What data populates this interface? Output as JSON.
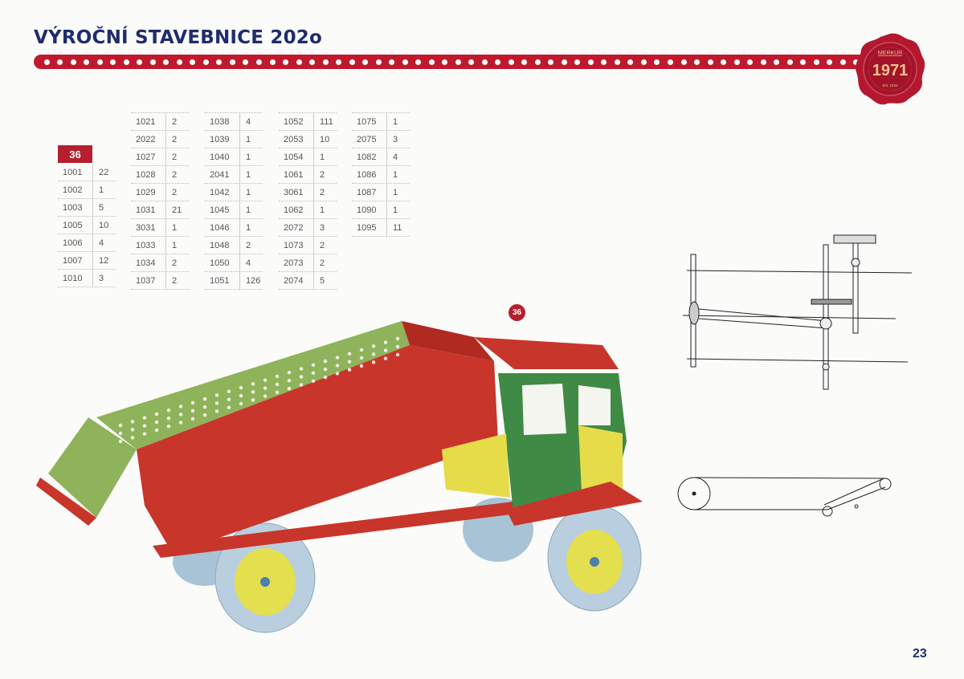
{
  "header": {
    "title": "VÝROČNÍ STAVEBNICE 202o"
  },
  "seal": {
    "brand": "MERKUR",
    "year": "1971",
    "est": "Est. 1920"
  },
  "model": {
    "number": "36",
    "badge": "36"
  },
  "parts_columns": [
    [
      [
        "1001",
        "22"
      ],
      [
        "1002",
        "1"
      ],
      [
        "1003",
        "5"
      ],
      [
        "1005",
        "10"
      ],
      [
        "1006",
        "4"
      ],
      [
        "1007",
        "12"
      ],
      [
        "1010",
        "3"
      ]
    ],
    [
      [
        "1021",
        "2"
      ],
      [
        "2022",
        "2"
      ],
      [
        "1027",
        "2"
      ],
      [
        "1028",
        "2"
      ],
      [
        "1029",
        "2"
      ],
      [
        "1031",
        "21"
      ],
      [
        "3031",
        "1"
      ],
      [
        "1033",
        "1"
      ],
      [
        "1034",
        "2"
      ],
      [
        "1037",
        "2"
      ]
    ],
    [
      [
        "1038",
        "4"
      ],
      [
        "1039",
        "1"
      ],
      [
        "1040",
        "1"
      ],
      [
        "2041",
        "1"
      ],
      [
        "1042",
        "1"
      ],
      [
        "1045",
        "1"
      ],
      [
        "1046",
        "1"
      ],
      [
        "1048",
        "2"
      ],
      [
        "1050",
        "4"
      ],
      [
        "1051",
        "126"
      ]
    ],
    [
      [
        "1052",
        "111"
      ],
      [
        "2053",
        "10"
      ],
      [
        "1054",
        "1"
      ],
      [
        "1061",
        "2"
      ],
      [
        "3061",
        "2"
      ],
      [
        "1062",
        "1"
      ],
      [
        "2072",
        "3"
      ],
      [
        "1073",
        "2"
      ],
      [
        "2073",
        "2"
      ],
      [
        "2074",
        "5"
      ]
    ],
    [
      [
        "1075",
        "1"
      ],
      [
        "2075",
        "3"
      ],
      [
        "1082",
        "4"
      ],
      [
        "1086",
        "1"
      ],
      [
        "1087",
        "1"
      ],
      [
        "1090",
        "1"
      ],
      [
        "1095",
        "11"
      ]
    ]
  ],
  "colors": {
    "accent": "#c0192d",
    "title": "#1f2c6e",
    "green": "#8fb35a",
    "yellow": "#e6dc4a"
  },
  "footer": {
    "page_number": "23"
  }
}
